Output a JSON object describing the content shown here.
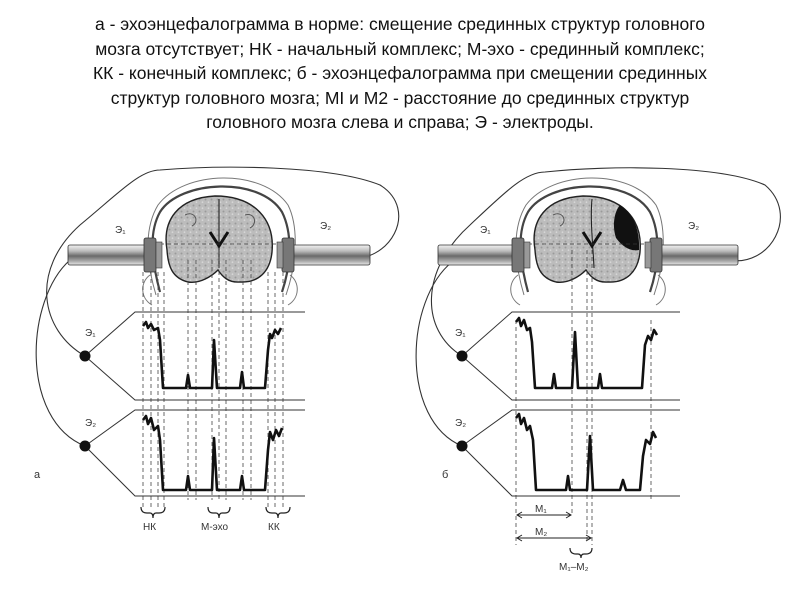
{
  "caption": {
    "line1": "а - эхоэнцефалограмма в норме: смещение срединных структур головного",
    "line2": "мозга отсутствует; НК - начальный комплекс; М-эхо - срединный комплекс;",
    "line3": "КК - конечный комплекс; б - эхоэнцефалограмма при смещении срединных",
    "line4": "структур головного мозга; МI и М2 - расстояние до срединных структур",
    "line5": "головного мозга слева и справа; Э - электроды."
  },
  "panel_a": {
    "letter": "а",
    "electrode_left": "Э₁",
    "electrode_right": "Э₂",
    "trace1_label": "Э₁",
    "trace2_label": "Э₂",
    "label_nk": "НК",
    "label_mecho": "М-эхо",
    "label_kk": "КК"
  },
  "panel_b": {
    "letter": "б",
    "electrode_left": "Э₁",
    "electrode_right": "Э₂",
    "trace1_label": "Э₁",
    "trace2_label": "Э₂",
    "label_m1": "М₁",
    "label_m2": "М₂",
    "label_diff": "М₁–М₂"
  }
}
